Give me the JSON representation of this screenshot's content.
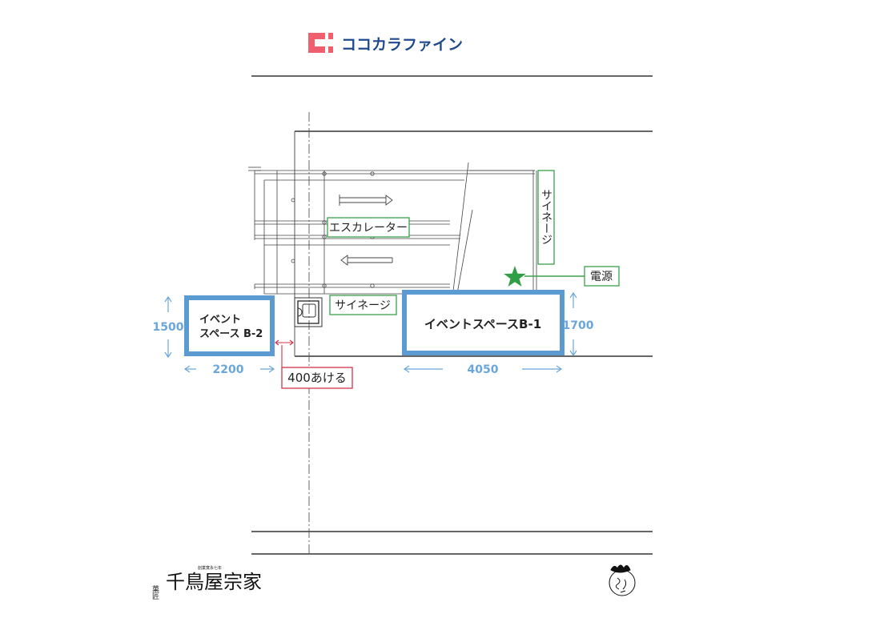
{
  "brand": {
    "logo_text": "ココカラファイン",
    "brand_color": "#ef5f6e",
    "text_color": "#1f4a8c"
  },
  "labels": {
    "escalator": "エスカレーター",
    "signage_vertical": "サイネージ",
    "signage_horizontal": "サイネージ",
    "power": "電源"
  },
  "event_spaces": {
    "b1": {
      "label": "イベントスペースB-1",
      "width": "4050",
      "depth": "1700"
    },
    "b2": {
      "label_line1": "イベント",
      "label_line2": "スペース B-2",
      "width": "2200",
      "depth": "1500"
    }
  },
  "clearance": {
    "label": "400あける",
    "color": "#d0344a"
  },
  "colors": {
    "event_box": "#5b9bd1",
    "dimension": "#6aa6db",
    "signage": "#3aa04a",
    "power_star": "#2f9e44",
    "lines": "#333333"
  },
  "icons": {
    "power": "star-icon",
    "escalator_up": "arrow-right-icon",
    "escalator_down": "arrow-left-icon"
  },
  "footer": {
    "left_logo_text": "千鳥屋宗家",
    "left_logo_small": "菓匠",
    "left_logo_tiny": "創業寛永七年",
    "right_logo": "seal-icon"
  }
}
